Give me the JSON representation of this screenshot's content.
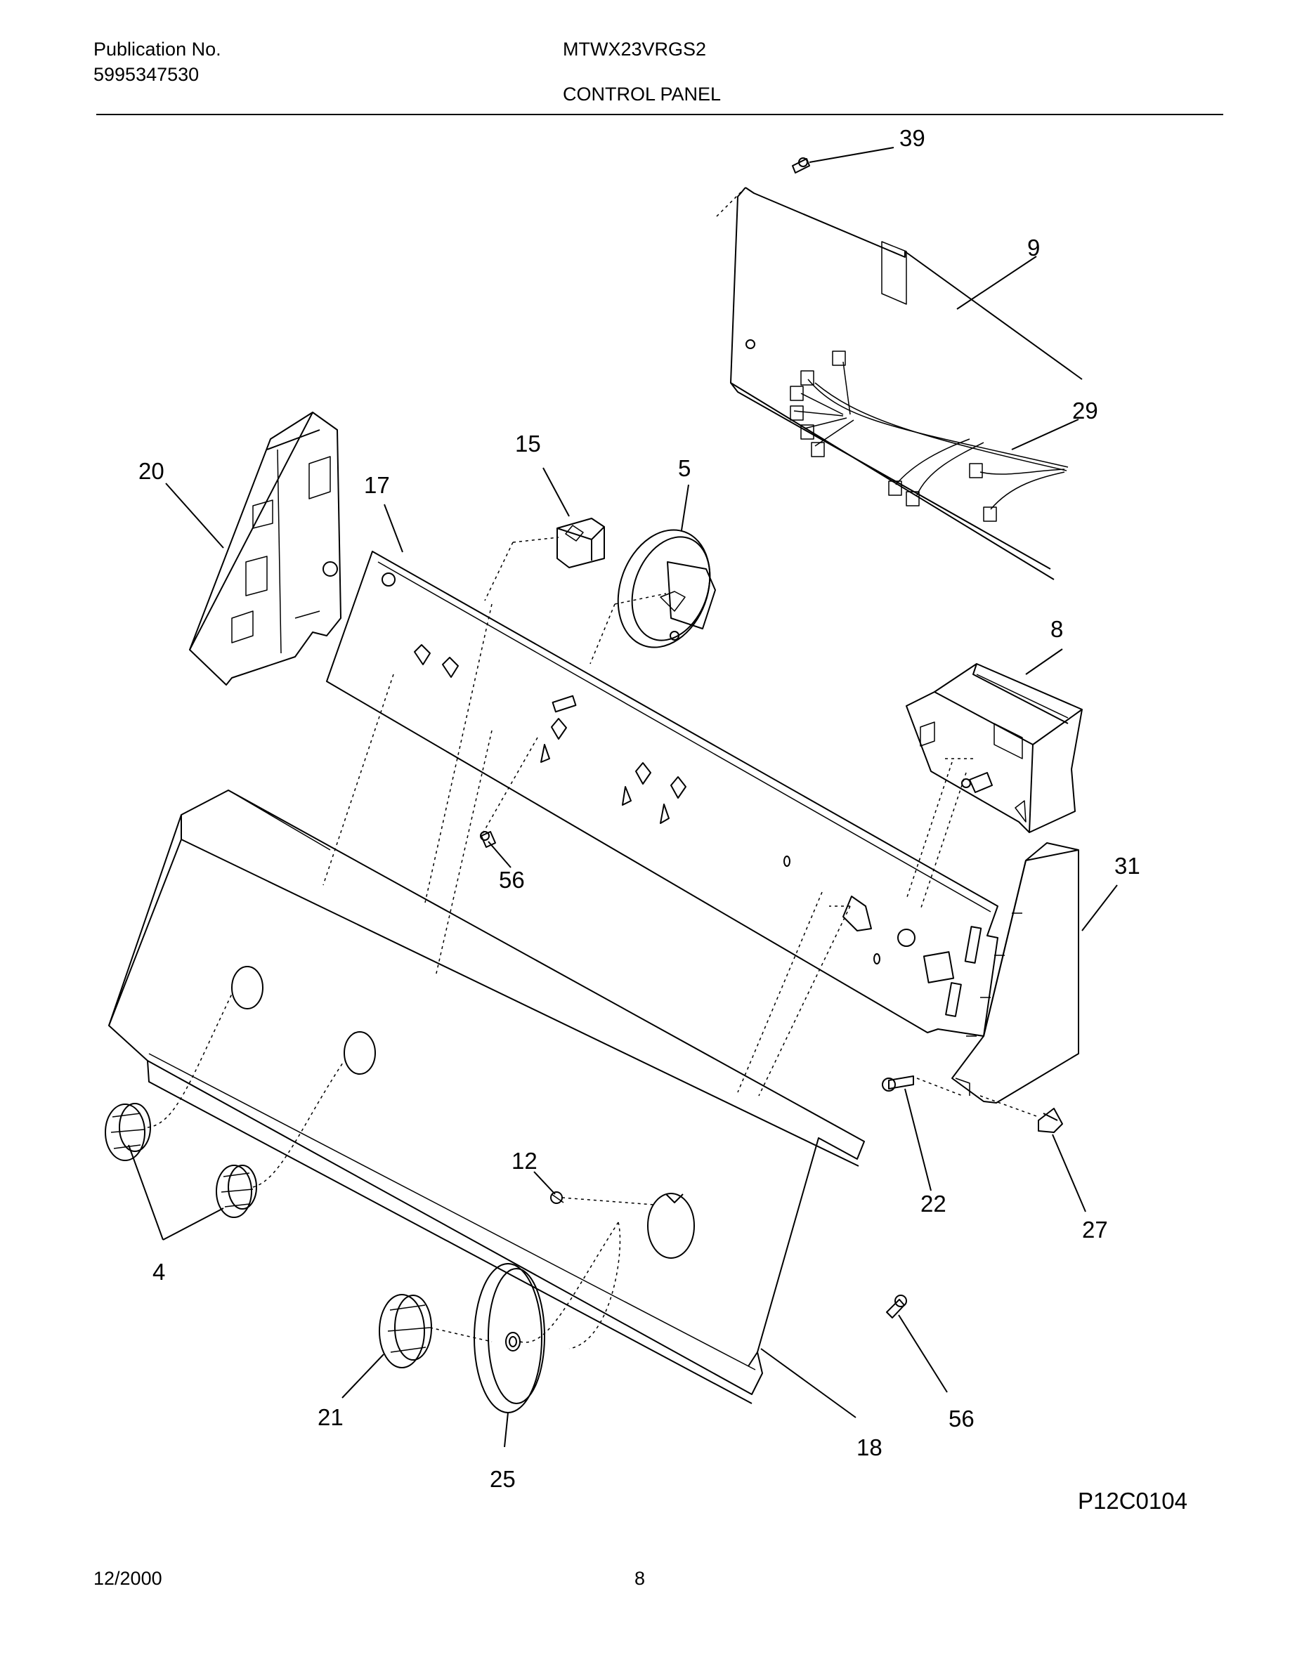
{
  "header": {
    "publication_label": "Publication No.",
    "publication_number": "5995347530",
    "model": "MTWX23VRGS2",
    "section_title": "CONTROL PANEL"
  },
  "callouts": {
    "c39": "39",
    "c9": "9",
    "c29": "29",
    "c20": "20",
    "c15": "15",
    "c5": "5",
    "c17": "17",
    "c8": "8",
    "c31": "31",
    "c56a": "56",
    "c22": "22",
    "c27": "27",
    "c12": "12",
    "c4": "4",
    "c21": "21",
    "c25": "25",
    "c56b": "56",
    "c18": "18"
  },
  "diagram_code": "P12C0104",
  "footer": {
    "date": "12/2000",
    "page": "8"
  }
}
